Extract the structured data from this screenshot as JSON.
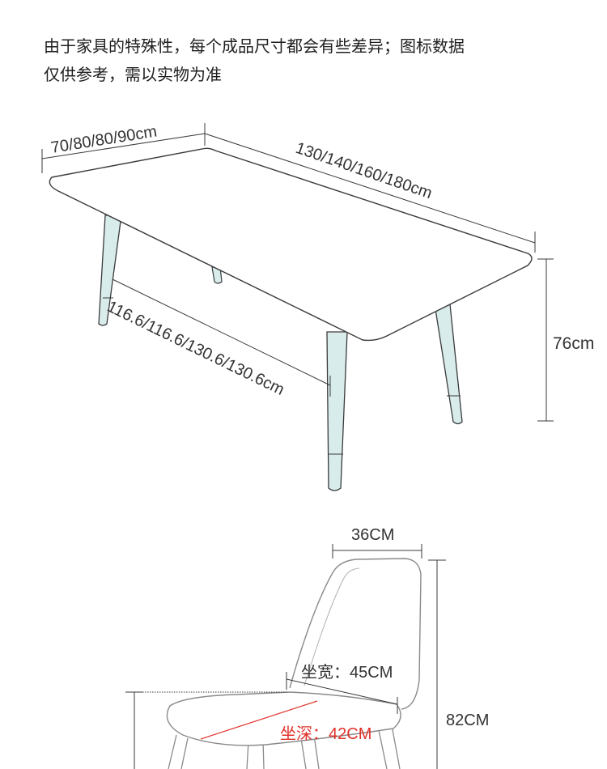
{
  "notice": {
    "line1": "由于家具的特殊性，每个成品尺寸都会有些差异；图标数据",
    "line2": "仅供参考，需以实物为准"
  },
  "table": {
    "width_label": "70/80/80/90cm",
    "length_label": "130/140/160/180cm",
    "leg_span_label": "116.6/116.6/130.6/130.6cm",
    "height_label": "76cm"
  },
  "chair": {
    "back_width_label": "36CM",
    "seat_width_label": "坐宽：45CM",
    "seat_depth_label": "坐深：42CM",
    "height_label": "82CM"
  },
  "colors": {
    "line": "#3a3a3a",
    "leg_fill": "#d8ecec",
    "depth_accent": "#e0322b"
  }
}
